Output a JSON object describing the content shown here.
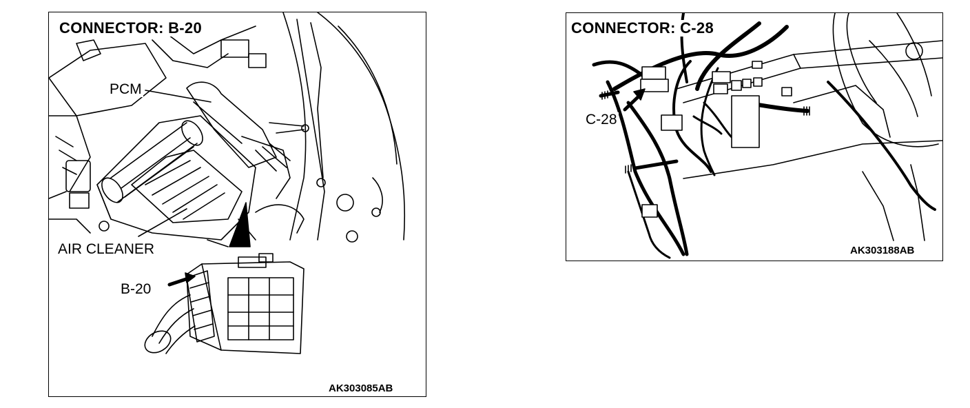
{
  "panel_left": {
    "title": "CONNECTOR: B-20",
    "labels": {
      "pcm": "PCM",
      "air_cleaner": "AIR CLEANER",
      "connector": "B-20"
    },
    "figure_code": "AK303085AB"
  },
  "panel_right": {
    "title": "CONNECTOR: C-28",
    "labels": {
      "connector": "C-28"
    },
    "figure_code": "AK303188AB"
  }
}
